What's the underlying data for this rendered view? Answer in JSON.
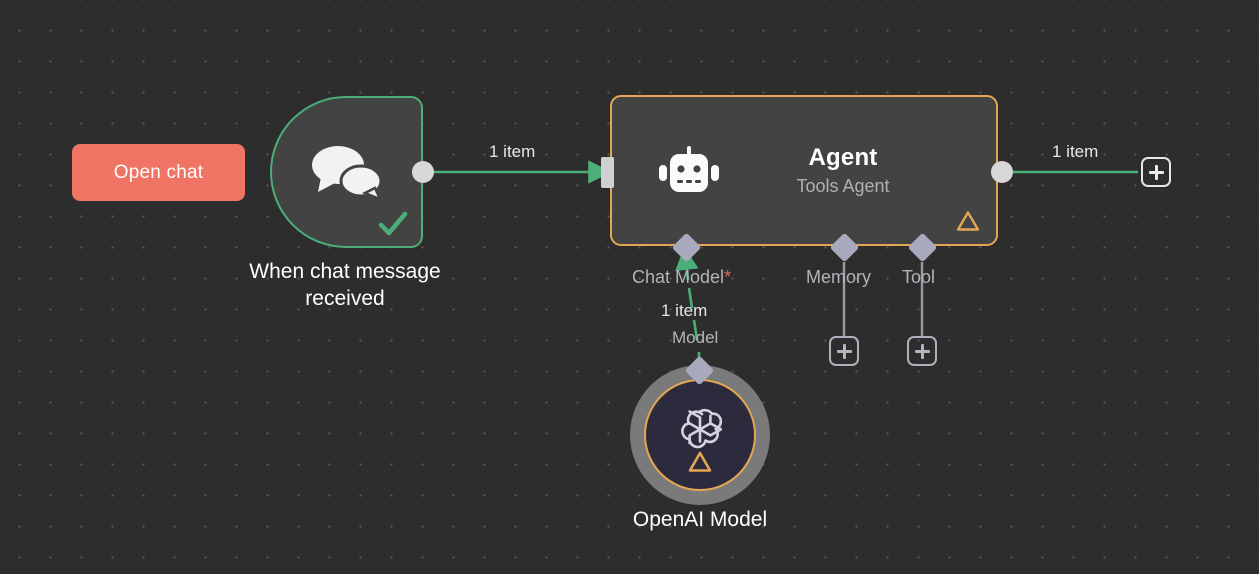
{
  "canvas": {
    "background_color": "#2d2d2d",
    "dot_color": "#5a5a5a",
    "grid_spacing": 31
  },
  "colors": {
    "trigger_accent": "#4caf79",
    "agent_accent": "#e4a653",
    "open_chat_button": "#ef7464",
    "wire_active": "#4caf79",
    "wire_inactive": "#9a9aa8",
    "required_marker": "#e06a6a"
  },
  "open_chat": {
    "label": "Open chat"
  },
  "nodes": {
    "trigger": {
      "name": "When chat message\nreceived",
      "icon": "chat-bubbles-icon",
      "status": "success",
      "status_icon": "check-icon"
    },
    "agent": {
      "title": "Agent",
      "subtitle": "Tools Agent",
      "icon": "robot-icon",
      "warning_icon": "warning-triangle-icon",
      "sub_ports": [
        {
          "label": "Chat Model",
          "required": true,
          "required_marker": "*",
          "connected": true
        },
        {
          "label": "Memory",
          "required": false,
          "required_marker": "",
          "connected": false
        },
        {
          "label": "Tool",
          "required": false,
          "required_marker": "",
          "connected": false
        }
      ]
    },
    "openai": {
      "name": "OpenAI Model",
      "icon": "openai-logo-icon",
      "warning_icon": "warning-triangle-icon",
      "port_label": "Model"
    }
  },
  "connections": [
    {
      "id": "trigger-to-agent",
      "label": "1 item",
      "state": "active"
    },
    {
      "id": "agent-to-output",
      "label": "1 item",
      "state": "active"
    },
    {
      "id": "openai-to-agent",
      "label": "1 item",
      "state": "active"
    }
  ],
  "add_buttons": [
    {
      "id": "add-after-agent",
      "icon": "plus-icon",
      "style": "white"
    },
    {
      "id": "add-memory",
      "icon": "plus-icon",
      "style": "muted"
    },
    {
      "id": "add-tool",
      "icon": "plus-icon",
      "style": "muted"
    }
  ]
}
